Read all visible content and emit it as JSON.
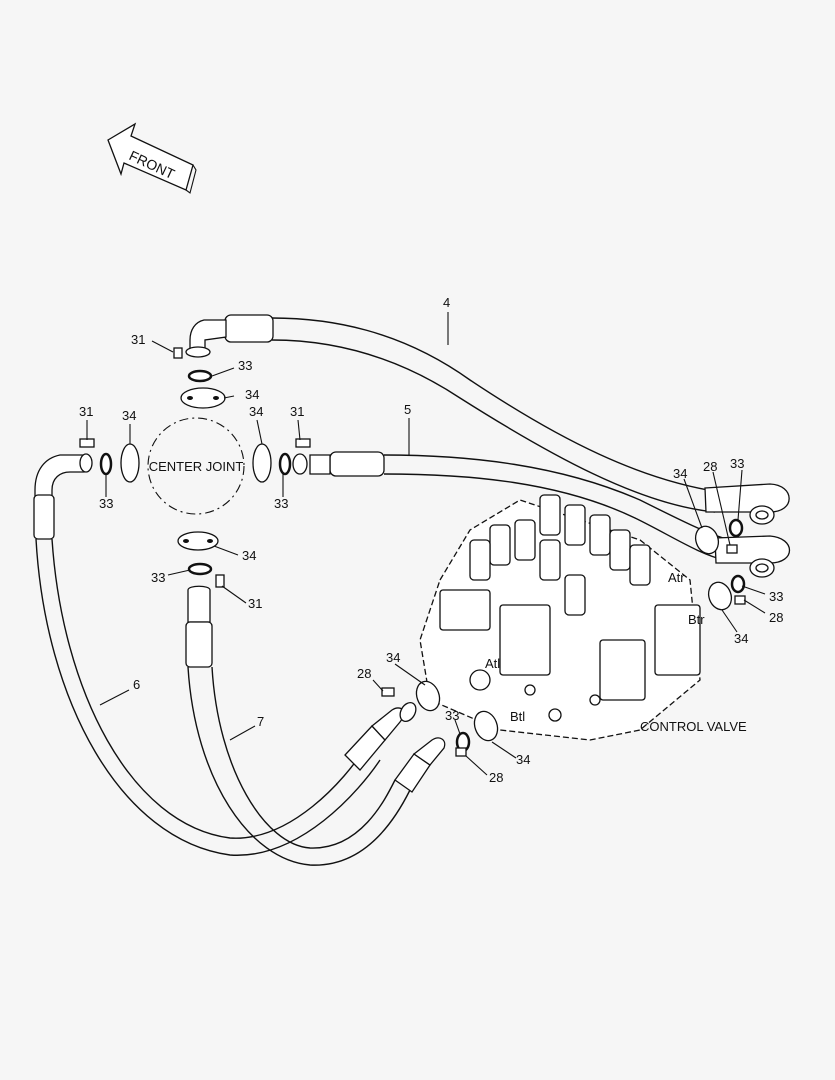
{
  "front_arrow": {
    "label": "FRONT"
  },
  "center_joint": {
    "label": "CENTER JOINT"
  },
  "control_valve": {
    "label": "CONTROL VALVE",
    "ports": {
      "atr": "Atr",
      "btr": "Btr",
      "atl": "Atl",
      "btl": "Btl"
    }
  },
  "callouts": {
    "hose_4": "4",
    "hose_5": "5",
    "hose_6": "6",
    "hose_7": "7",
    "top_bolt": "31",
    "top_oring": "33",
    "top_flange": "34",
    "left_bolt": "31",
    "left_flange": "34",
    "left_oring": "33",
    "right_flange": "34",
    "right_bolt": "31",
    "right_oring": "33",
    "bottom_flange": "34",
    "bottom_oring": "33",
    "bottom_bolt": "31",
    "atr_flange": "34",
    "atr_bolt": "28",
    "atr_oring": "33",
    "btr_oring": "33",
    "btr_bolt": "28",
    "btr_flange": "34",
    "atl_flange": "34",
    "atl_bolt": "28",
    "btl_oring": "33",
    "btl_flange": "34",
    "btl_bolt": "28"
  }
}
